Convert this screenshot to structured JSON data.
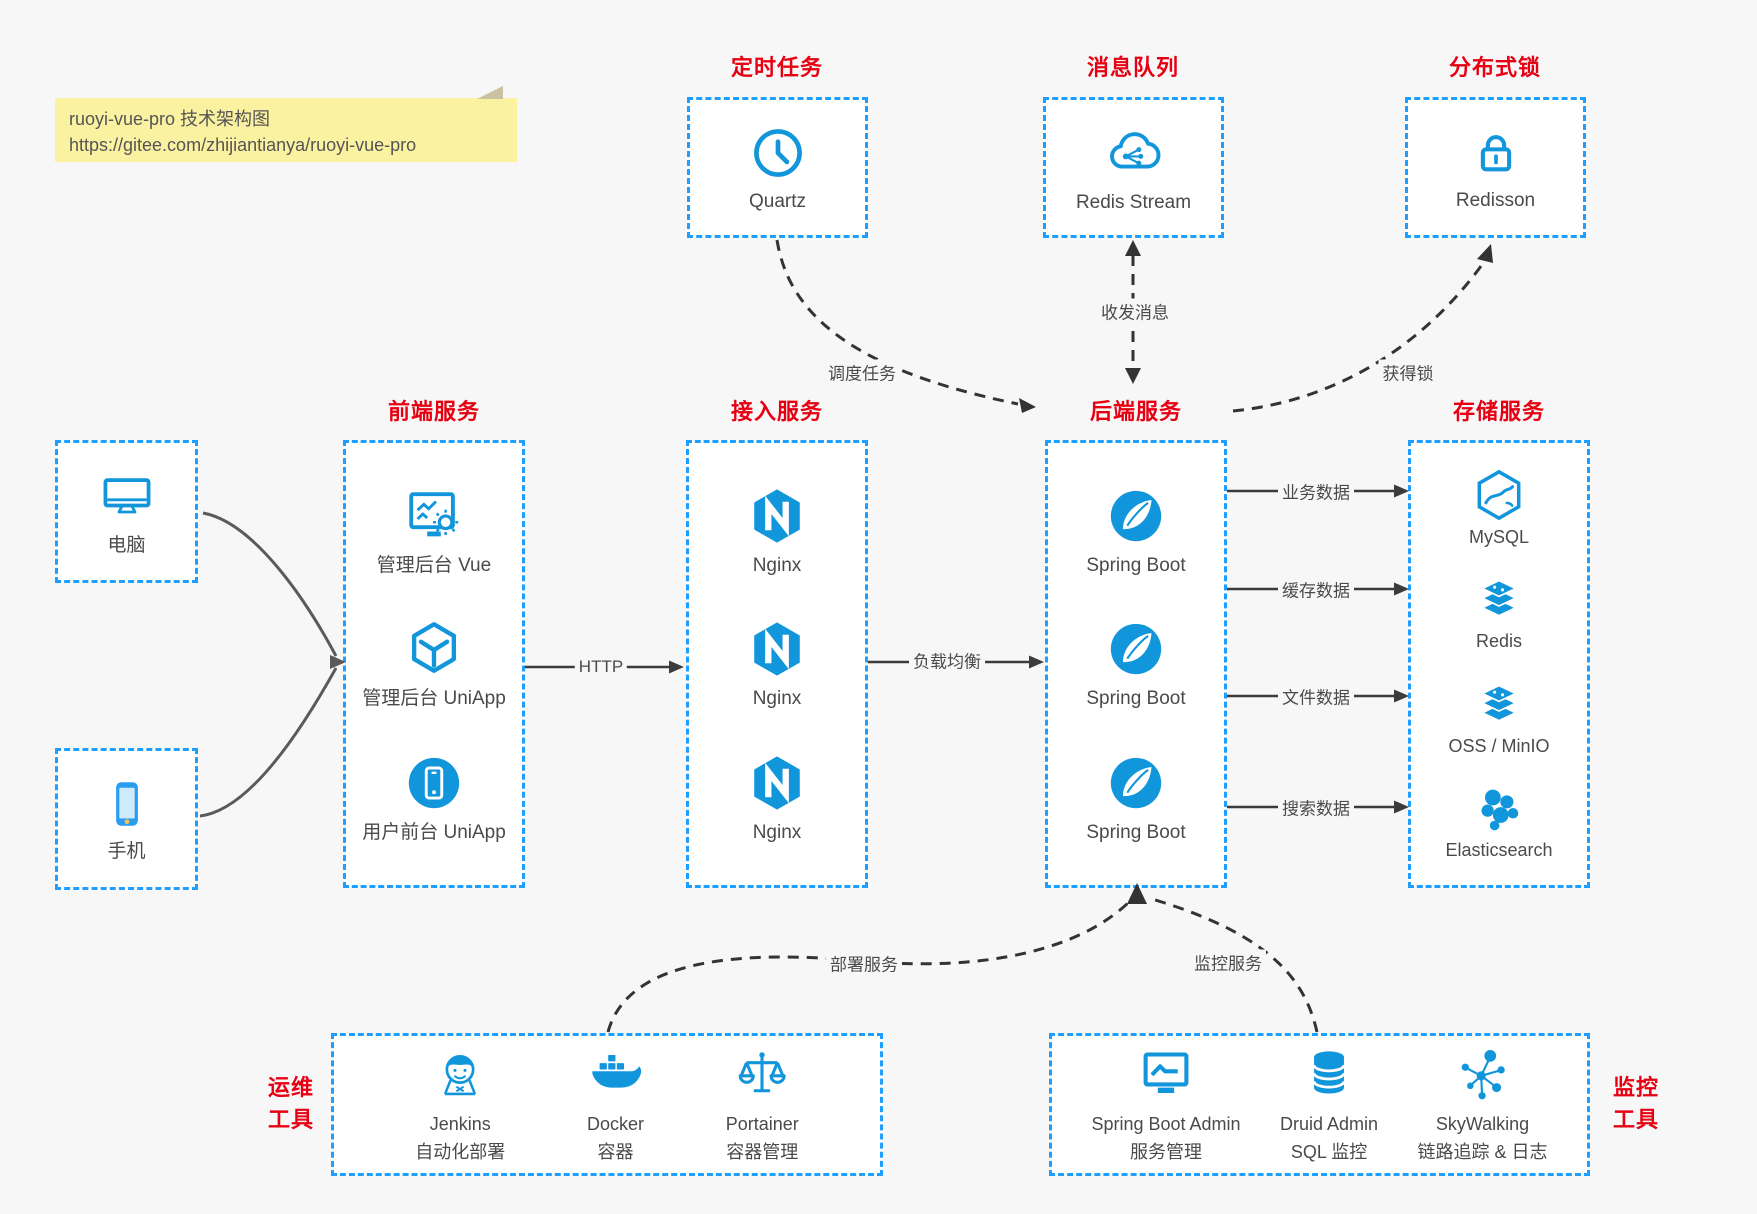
{
  "note": {
    "line1": "ruoyi-vue-pro 技术架构图",
    "line2": "https://gitee.com/zhijiantianya/ruoyi-vue-pro"
  },
  "colors": {
    "icon_blue": "#1296db",
    "border_blue": "#1e9fff",
    "title_red": "#e60012",
    "note_bg": "#faf1a1",
    "connector_dark": "#333333",
    "background": "#f7f7f8",
    "text": "#4a4a4a"
  },
  "top_groups": [
    {
      "title": "定时任务",
      "item": {
        "icon": "clock-icon",
        "label": "Quartz"
      }
    },
    {
      "title": "消息队列",
      "item": {
        "icon": "cloud-share-icon",
        "label": "Redis Stream"
      }
    },
    {
      "title": "分布式锁",
      "item": {
        "icon": "lock-icon",
        "label": "Redisson"
      }
    }
  ],
  "clients": [
    {
      "icon": "desktop-icon",
      "label": "电脑"
    },
    {
      "icon": "smartphone-icon",
      "label": "手机"
    }
  ],
  "columns": [
    {
      "title": "前端服务",
      "items": [
        {
          "icon": "admin-vue-icon",
          "label": "管理后台 Vue"
        },
        {
          "icon": "uniapp-cube-icon",
          "label": "管理后台 UniApp"
        },
        {
          "icon": "user-app-icon",
          "label": "用户前台 UniApp"
        }
      ]
    },
    {
      "title": "接入服务",
      "items": [
        {
          "icon": "nginx-icon",
          "label": "Nginx"
        },
        {
          "icon": "nginx-icon",
          "label": "Nginx"
        },
        {
          "icon": "nginx-icon",
          "label": "Nginx"
        }
      ]
    },
    {
      "title": "后端服务",
      "items": [
        {
          "icon": "spring-boot-icon",
          "label": "Spring Boot"
        },
        {
          "icon": "spring-boot-icon",
          "label": "Spring Boot"
        },
        {
          "icon": "spring-boot-icon",
          "label": "Spring Boot"
        }
      ]
    },
    {
      "title": "存储服务",
      "items": [
        {
          "icon": "mysql-icon",
          "label": "MySQL"
        },
        {
          "icon": "redis-icon",
          "label": "Redis"
        },
        {
          "icon": "oss-minio-icon",
          "label": "OSS / MinIO"
        },
        {
          "icon": "elasticsearch-icon",
          "label": "Elasticsearch"
        }
      ]
    }
  ],
  "bottom_groups": [
    {
      "title_line1": "运维",
      "title_line2": "工具",
      "items": [
        {
          "icon": "jenkins-icon",
          "name": "Jenkins",
          "desc": "自动化部署"
        },
        {
          "icon": "docker-icon",
          "name": "Docker",
          "desc": "容器"
        },
        {
          "icon": "portainer-icon",
          "name": "Portainer",
          "desc": "容器管理"
        }
      ]
    },
    {
      "title_line1": "监控",
      "title_line2": "工具",
      "items": [
        {
          "icon": "spring-boot-admin-icon",
          "name": "Spring Boot Admin",
          "desc": "服务管理"
        },
        {
          "icon": "druid-icon",
          "name": "Druid Admin",
          "desc": "SQL 监控"
        },
        {
          "icon": "skywalking-icon",
          "name": "SkyWalking",
          "desc": "链路追踪 & 日志"
        }
      ]
    }
  ],
  "connectors": {
    "http": "HTTP",
    "load_balance": "负载均衡",
    "schedule_task": "调度任务",
    "send_receive_message": "收发消息",
    "acquire_lock": "获得锁",
    "business_data": "业务数据",
    "cache_data": "缓存数据",
    "file_data": "文件数据",
    "search_data": "搜索数据",
    "deploy_service": "部署服务",
    "monitor_service": "监控服务"
  }
}
